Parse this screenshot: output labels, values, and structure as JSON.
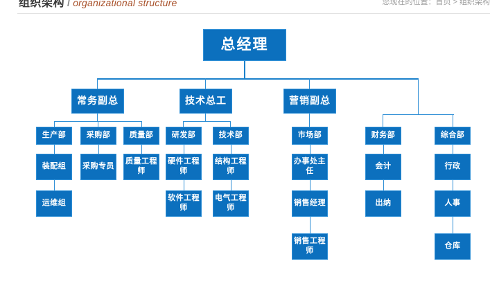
{
  "header": {
    "title_cn": "组织架构",
    "title_sep": "/",
    "title_en": "organizational structure",
    "breadcrumb": "您现在的位置：首页 > 组织架构"
  },
  "colors": {
    "node_fill": "#0c70be",
    "node_border": "#2f8fd6",
    "connector": "#2f8fd6",
    "title_cn": "#3a3a3a",
    "title_en": "#a8512a",
    "breadcrumb": "#9c9c9c",
    "page_background": "#ffffff"
  },
  "chart_data": {
    "type": "diagram",
    "title": "组织架构 / organizational structure",
    "orientation": "top-down",
    "levels": 6,
    "nodes": [
      {
        "id": "n0",
        "label": "总经理",
        "level": 1,
        "parent": null
      },
      {
        "id": "n1",
        "label": "常务副总",
        "level": 2,
        "parent": "n0"
      },
      {
        "id": "n2",
        "label": "技术总工",
        "level": 2,
        "parent": "n0"
      },
      {
        "id": "n3",
        "label": "营销副总",
        "level": 2,
        "parent": "n0"
      },
      {
        "id": "n4",
        "label": "生产部",
        "level": 3,
        "parent": "n1"
      },
      {
        "id": "n5",
        "label": "采购部",
        "level": 3,
        "parent": "n1"
      },
      {
        "id": "n6",
        "label": "质量部",
        "level": 3,
        "parent": "n1"
      },
      {
        "id": "n7",
        "label": "研发部",
        "level": 3,
        "parent": "n2"
      },
      {
        "id": "n8",
        "label": "技术部",
        "level": 3,
        "parent": "n2"
      },
      {
        "id": "n9",
        "label": "市场部",
        "level": 3,
        "parent": "n3"
      },
      {
        "id": "n10",
        "label": "财务部",
        "level": 3,
        "parent": "n0"
      },
      {
        "id": "n11",
        "label": "综合部",
        "level": 3,
        "parent": "n0"
      },
      {
        "id": "n12",
        "label": "装配组",
        "level": 4,
        "parent": "n4"
      },
      {
        "id": "n13",
        "label": "采购专员",
        "level": 4,
        "parent": "n5"
      },
      {
        "id": "n14",
        "label": "质量工程师",
        "level": 4,
        "parent": "n6"
      },
      {
        "id": "n15",
        "label": "硬件工程师",
        "level": 4,
        "parent": "n7"
      },
      {
        "id": "n16",
        "label": "结构工程师",
        "level": 4,
        "parent": "n8"
      },
      {
        "id": "n17",
        "label": "办事处主任",
        "level": 4,
        "parent": "n9"
      },
      {
        "id": "n18",
        "label": "会计",
        "level": 4,
        "parent": "n10"
      },
      {
        "id": "n19",
        "label": "行政",
        "level": 4,
        "parent": "n11"
      },
      {
        "id": "n20",
        "label": "运维组",
        "level": 5,
        "parent": "n12"
      },
      {
        "id": "n21",
        "label": "软件工程师",
        "level": 5,
        "parent": "n15"
      },
      {
        "id": "n22",
        "label": "电气工程师",
        "level": 5,
        "parent": "n16"
      },
      {
        "id": "n23",
        "label": "销售经理",
        "level": 5,
        "parent": "n17"
      },
      {
        "id": "n24",
        "label": "出纳",
        "level": 5,
        "parent": "n18"
      },
      {
        "id": "n25",
        "label": "人事",
        "level": 5,
        "parent": "n19"
      },
      {
        "id": "n26",
        "label": "销售工程师",
        "level": 6,
        "parent": "n23"
      },
      {
        "id": "n27",
        "label": "仓库",
        "level": 6,
        "parent": "n25"
      }
    ]
  }
}
